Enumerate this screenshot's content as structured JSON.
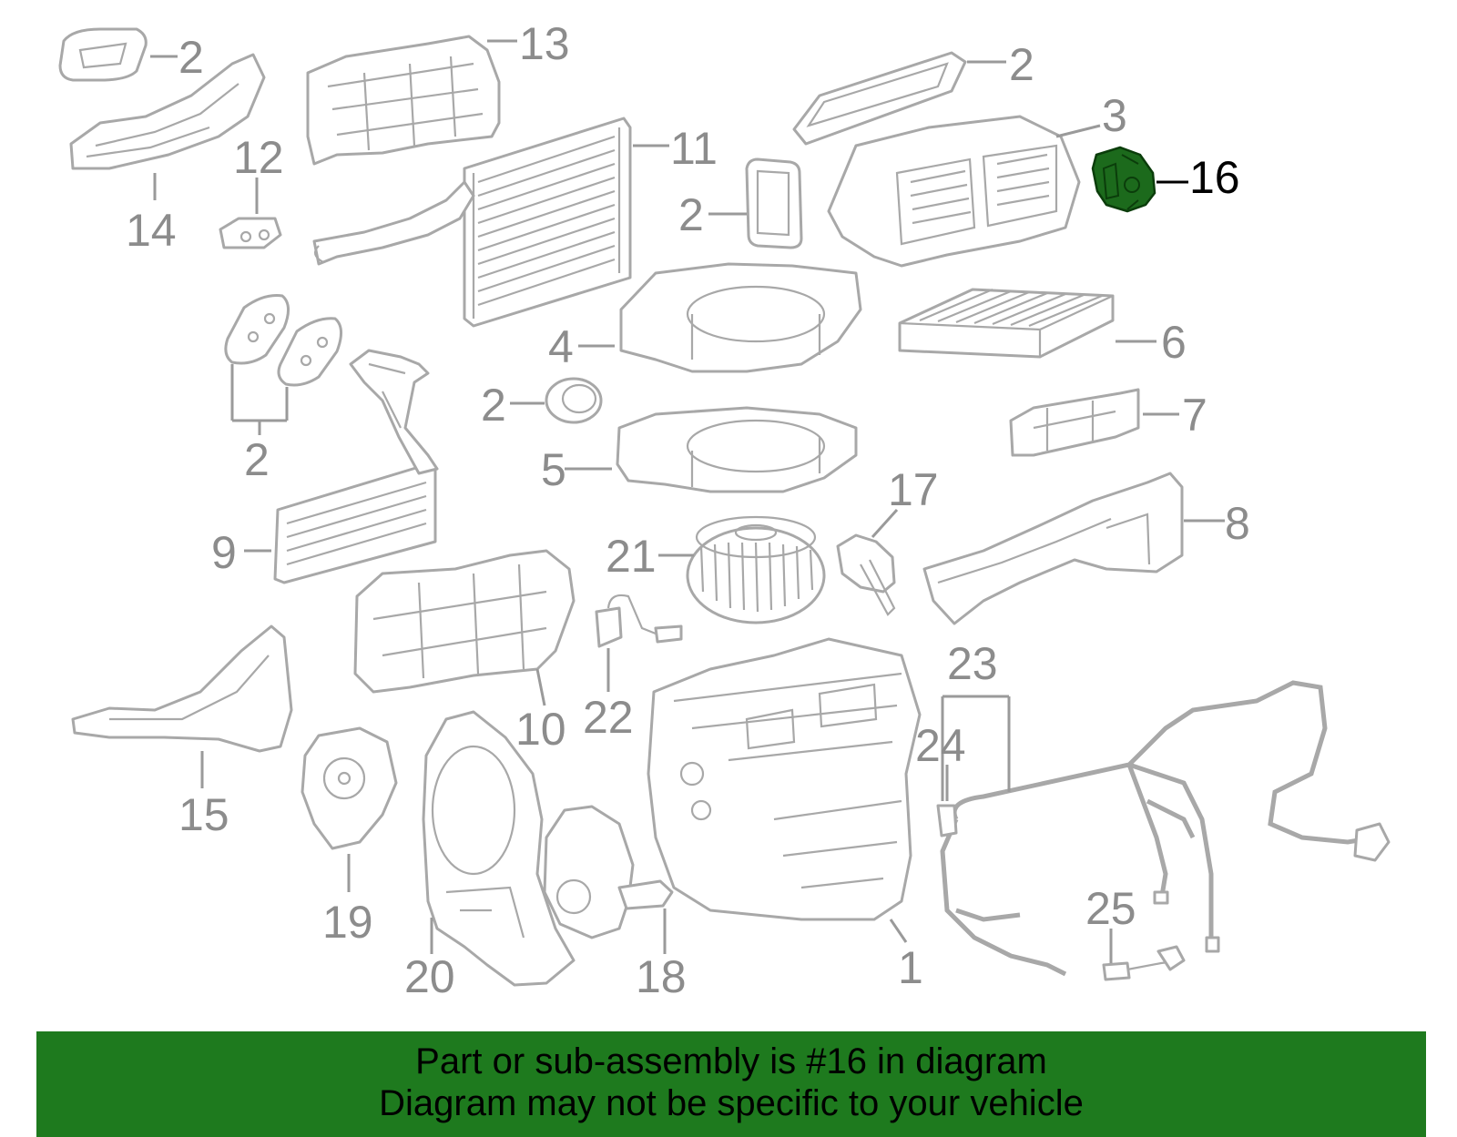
{
  "callouts": [
    {
      "id": "c2a",
      "label": "2"
    },
    {
      "id": "c13",
      "label": "13"
    },
    {
      "id": "c2b",
      "label": "2"
    },
    {
      "id": "c3",
      "label": "3"
    },
    {
      "id": "c16",
      "label": "16"
    },
    {
      "id": "c14",
      "label": "14"
    },
    {
      "id": "c12",
      "label": "12"
    },
    {
      "id": "c11",
      "label": "11"
    },
    {
      "id": "c2c",
      "label": "2"
    },
    {
      "id": "c4",
      "label": "4"
    },
    {
      "id": "c6",
      "label": "6"
    },
    {
      "id": "c2d",
      "label": "2"
    },
    {
      "id": "c2e",
      "label": "2"
    },
    {
      "id": "c7",
      "label": "7"
    },
    {
      "id": "c5",
      "label": "5"
    },
    {
      "id": "c17",
      "label": "17"
    },
    {
      "id": "c9",
      "label": "9"
    },
    {
      "id": "c21",
      "label": "21"
    },
    {
      "id": "c8",
      "label": "8"
    },
    {
      "id": "c23",
      "label": "23"
    },
    {
      "id": "c10",
      "label": "10"
    },
    {
      "id": "c22",
      "label": "22"
    },
    {
      "id": "c24",
      "label": "24"
    },
    {
      "id": "c15",
      "label": "15"
    },
    {
      "id": "c19",
      "label": "19"
    },
    {
      "id": "c25",
      "label": "25"
    },
    {
      "id": "c20",
      "label": "20"
    },
    {
      "id": "c18",
      "label": "18"
    },
    {
      "id": "c1",
      "label": "1"
    }
  ],
  "highlighted_part": "16",
  "colors": {
    "highlight": "#1c6a1c",
    "banner": "#1e7a1e",
    "outline": "#a8a8a8"
  },
  "banner": {
    "line1": "Part or sub-assembly is #16 in diagram",
    "line2": "Diagram may not be specific to your vehicle"
  }
}
